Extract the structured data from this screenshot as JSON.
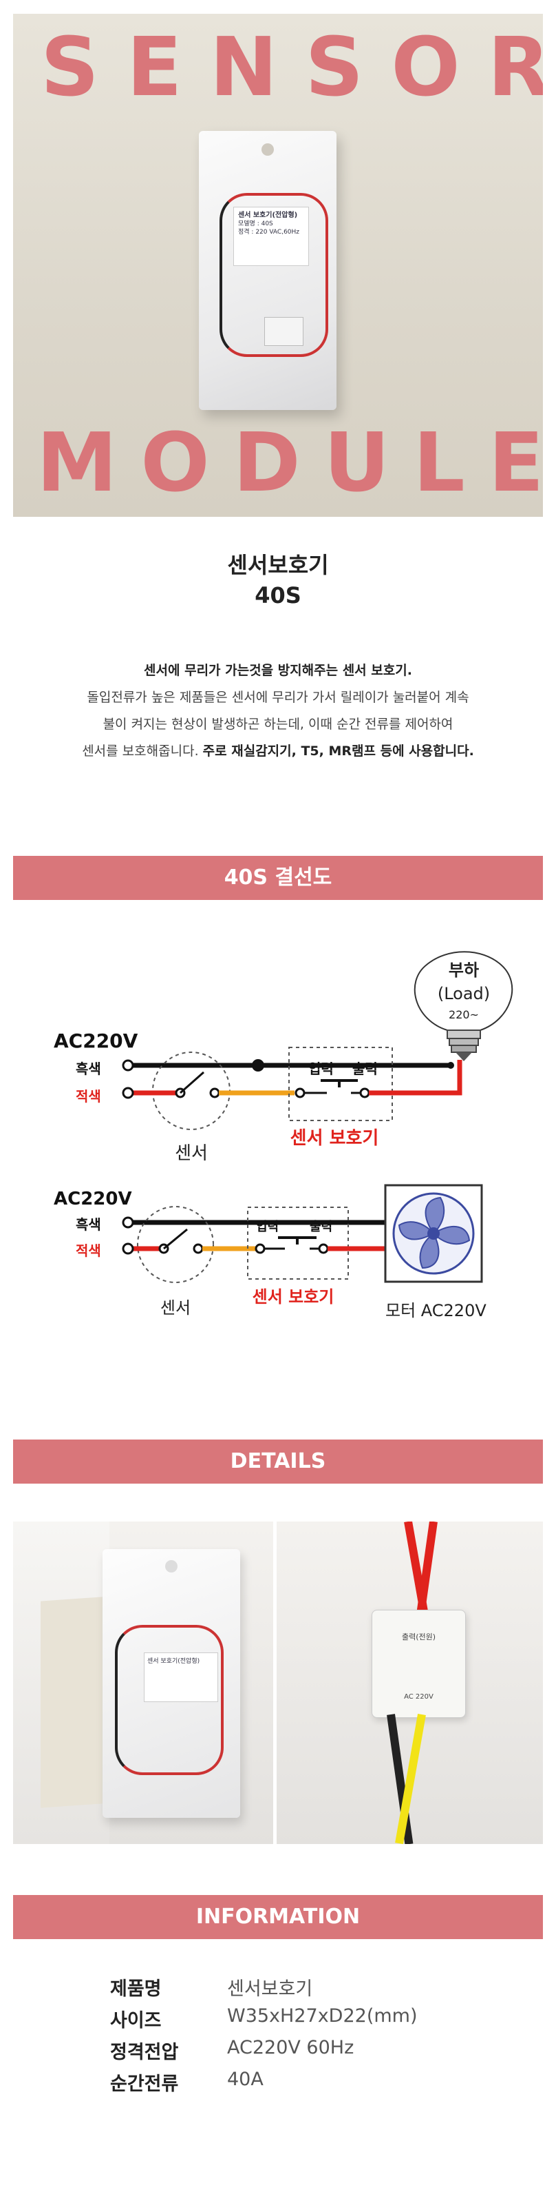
{
  "hero": {
    "word_top": "SENSOR",
    "word_bottom": "MODULE",
    "bag_label_line1": "센서 보호기(전압형)",
    "bag_label_line2": "모델명 : 40S",
    "bag_label_line3": "정격 : 220 VAC,60Hz"
  },
  "product": {
    "name": "센서보호기",
    "model": "40S"
  },
  "description": {
    "line1": "센서에 무리가 가는것을 방지해주는 센서 보호기.",
    "line2": "돌입전류가 높은 제품들은 센서에 무리가 가서 릴레이가 눌러붙어 계속",
    "line3": "불이 켜지는 현상이 발생하곤 하는데, 이때 순간 전류를 제어하여",
    "line4_a": "센서를 보호해줍니다.",
    "line4_b": "주로 재실감지기, T5, MR램프 등에 사용합니다."
  },
  "wiring": {
    "heading": "40S 결선도",
    "d1": {
      "power": "AC220V",
      "black": "흑색",
      "red": "적색",
      "sensor": "센서",
      "input": "입력",
      "output": "출력",
      "protector": "센서 보호기",
      "load_line1": "부하",
      "load_line2": "(Load)",
      "load_line3": "220~"
    },
    "d2": {
      "power": "AC220V",
      "black": "흑색",
      "red": "적색",
      "sensor": "센서",
      "input": "입력",
      "output": "출력",
      "protector": "센서 보호기",
      "motor": "모터 AC220V"
    }
  },
  "details": {
    "heading": "DETAILS",
    "photo1_label": "센서 보호기(전압형)",
    "photo2_label1": "출력(전원)",
    "photo2_label2": "AC 220V"
  },
  "information": {
    "heading": "INFORMATION",
    "rows": [
      {
        "label": "제품명",
        "value": "센서보호기"
      },
      {
        "label": "사이즈",
        "value": "W35xH27xD22(mm)"
      },
      {
        "label": "정격전압",
        "value": "AC220V 60Hz"
      },
      {
        "label": "순간전류",
        "value": "40A"
      }
    ]
  },
  "colors": {
    "accent": "#d9767a",
    "wire_red": "#e0231d",
    "wire_orange": "#f0a11c"
  }
}
